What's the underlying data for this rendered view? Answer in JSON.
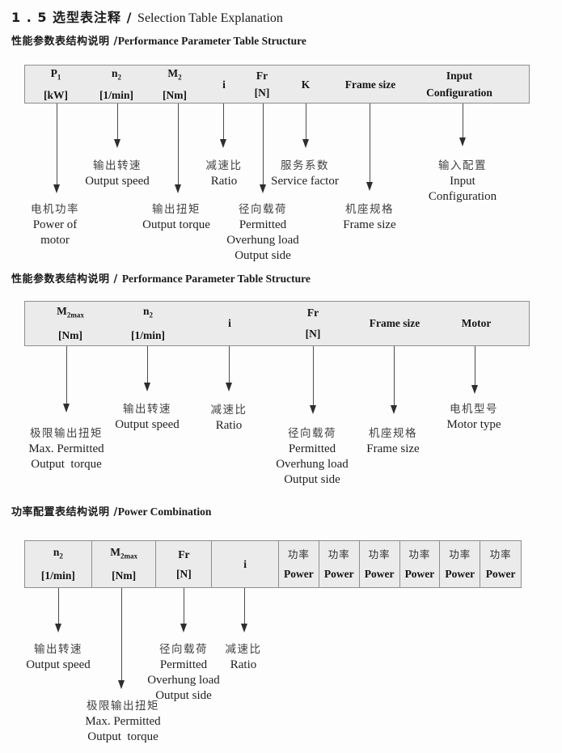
{
  "title": {
    "zh": "1 . 5 选型表注释 / ",
    "en": "Selection Table Explanation"
  },
  "section1": {
    "heading_zh": "性能参数表结构说明 /",
    "heading_en": "Performance Parameter Table Structure",
    "table": {
      "p1": {
        "base": "P",
        "sub": "1",
        "unit": "[kW]"
      },
      "n2": {
        "base": "n",
        "sub": "2",
        "unit": "[1/min]"
      },
      "m2": {
        "base": "M",
        "sub": "2",
        "unit": "[Nm]"
      },
      "i": {
        "label": "i"
      },
      "fr": {
        "base": "Fr",
        "unit": "[N]"
      },
      "k": {
        "label": "K"
      },
      "frame": {
        "label": "Frame size"
      },
      "input": {
        "line1": "Input",
        "line2": "Configuration"
      }
    },
    "labels": {
      "output_speed": {
        "lines": [
          {
            "t": "输出转速",
            "c": "zh"
          },
          {
            "t": "Output speed",
            "c": "en"
          }
        ]
      },
      "ratio": {
        "lines": [
          {
            "t": "减速比",
            "c": "zh"
          },
          {
            "t": "Ratio",
            "c": "en"
          }
        ]
      },
      "service_factor": {
        "lines": [
          {
            "t": "服务系数",
            "c": "zh"
          },
          {
            "t": "Service factor",
            "c": "en"
          }
        ]
      },
      "input_config": {
        "lines": [
          {
            "t": "输入配置",
            "c": "zh"
          },
          {
            "t": "Input",
            "c": "en"
          },
          {
            "t": "Configuration",
            "c": "en"
          }
        ]
      },
      "power_of_motor": {
        "lines": [
          {
            "t": "电机功率",
            "c": "zh"
          },
          {
            "t": "Power of",
            "c": "en"
          },
          {
            "t": "motor",
            "c": "en"
          }
        ]
      },
      "output_torque": {
        "lines": [
          {
            "t": "输出扭矩",
            "c": "zh"
          },
          {
            "t": "Output torque",
            "c": "en"
          }
        ]
      },
      "overhung_load": {
        "lines": [
          {
            "t": "径向载荷",
            "c": "zh"
          },
          {
            "t": "Permitted",
            "c": "en"
          },
          {
            "t": "Overhung load",
            "c": "en"
          },
          {
            "t": "Output side",
            "c": "en"
          }
        ]
      },
      "frame_size": {
        "lines": [
          {
            "t": "机座规格",
            "c": "zh"
          },
          {
            "t": "Frame size",
            "c": "en"
          }
        ]
      }
    }
  },
  "section2": {
    "heading_zh": "性能参数表结构说明 / ",
    "heading_en": "Performance Parameter Table Structure",
    "table": {
      "m2max": {
        "base": "M",
        "sub": "2max",
        "unit": "[Nm]"
      },
      "n2": {
        "base": "n",
        "sub": "2",
        "unit": "[1/min]"
      },
      "i": {
        "label": "i"
      },
      "fr": {
        "base": "Fr",
        "unit": "[N]"
      },
      "frame": {
        "label": "Frame size"
      },
      "motor": {
        "label": "Motor"
      }
    },
    "labels": {
      "max_torque": {
        "lines": [
          {
            "t": "极限输出扭矩",
            "c": "zh"
          },
          {
            "t": "Max. Permitted",
            "c": "en"
          },
          {
            "t": "Output  torque",
            "c": "en"
          }
        ]
      },
      "output_speed": {
        "lines": [
          {
            "t": "输出转速",
            "c": "zh"
          },
          {
            "t": "Output speed",
            "c": "en"
          }
        ]
      },
      "ratio": {
        "lines": [
          {
            "t": "减速比",
            "c": "zh"
          },
          {
            "t": "Ratio",
            "c": "en"
          }
        ]
      },
      "overhung_load": {
        "lines": [
          {
            "t": "径向载荷",
            "c": "zh"
          },
          {
            "t": "Permitted",
            "c": "en"
          },
          {
            "t": "Overhung load",
            "c": "en"
          },
          {
            "t": "Output side",
            "c": "en"
          }
        ]
      },
      "frame_size": {
        "lines": [
          {
            "t": "机座规格",
            "c": "zh"
          },
          {
            "t": "Frame size",
            "c": "en"
          }
        ]
      },
      "motor_type": {
        "lines": [
          {
            "t": "电机型号",
            "c": "zh"
          },
          {
            "t": "Motor type",
            "c": "en"
          }
        ]
      }
    }
  },
  "section3": {
    "heading_zh": "功率配置表结构说明 /",
    "heading_en": "Power Combination",
    "table": {
      "n2": {
        "base": "n",
        "sub": "2",
        "unit": "[1/min]"
      },
      "m2max": {
        "base": "M",
        "sub": "2max",
        "unit": "[Nm]"
      },
      "fr": {
        "base": "Fr",
        "unit": "[N]"
      },
      "i": {
        "label": "i"
      },
      "power": {
        "zh": "功率",
        "en": "Power"
      }
    },
    "labels": {
      "output_speed": {
        "lines": [
          {
            "t": "输出转速",
            "c": "zh"
          },
          {
            "t": "Output speed",
            "c": "en"
          }
        ]
      },
      "max_torque": {
        "lines": [
          {
            "t": "极限输出扭矩",
            "c": "zh"
          },
          {
            "t": "Max. Permitted",
            "c": "en"
          },
          {
            "t": "Output  torque",
            "c": "en"
          }
        ]
      },
      "overhung_load": {
        "lines": [
          {
            "t": "径向载荷",
            "c": "zh"
          },
          {
            "t": "Permitted",
            "c": "en"
          },
          {
            "t": "Overhung load",
            "c": "en"
          },
          {
            "t": "Output side",
            "c": "en"
          }
        ]
      },
      "ratio": {
        "lines": [
          {
            "t": "减速比",
            "c": "zh"
          },
          {
            "t": "Ratio",
            "c": "en"
          }
        ]
      }
    }
  }
}
